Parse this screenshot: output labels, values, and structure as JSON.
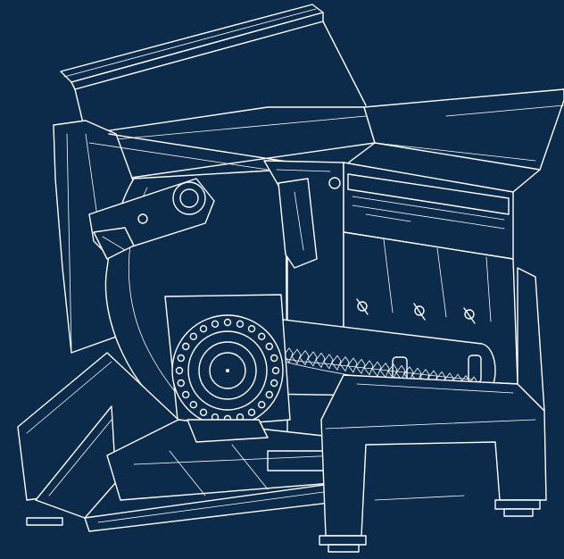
{
  "colors": {
    "background": "#0c2a4a",
    "line": "#ffffff"
  },
  "diagram": {
    "style": "white line drawing on dark navy background",
    "components": [
      "feed-hopper",
      "hopper-lid",
      "pusher-arm",
      "cutting-rotor",
      "rotor-bearing-housing",
      "screen-basket",
      "knife-holders",
      "machine-frame",
      "discharge-chute",
      "support-legs"
    ]
  }
}
